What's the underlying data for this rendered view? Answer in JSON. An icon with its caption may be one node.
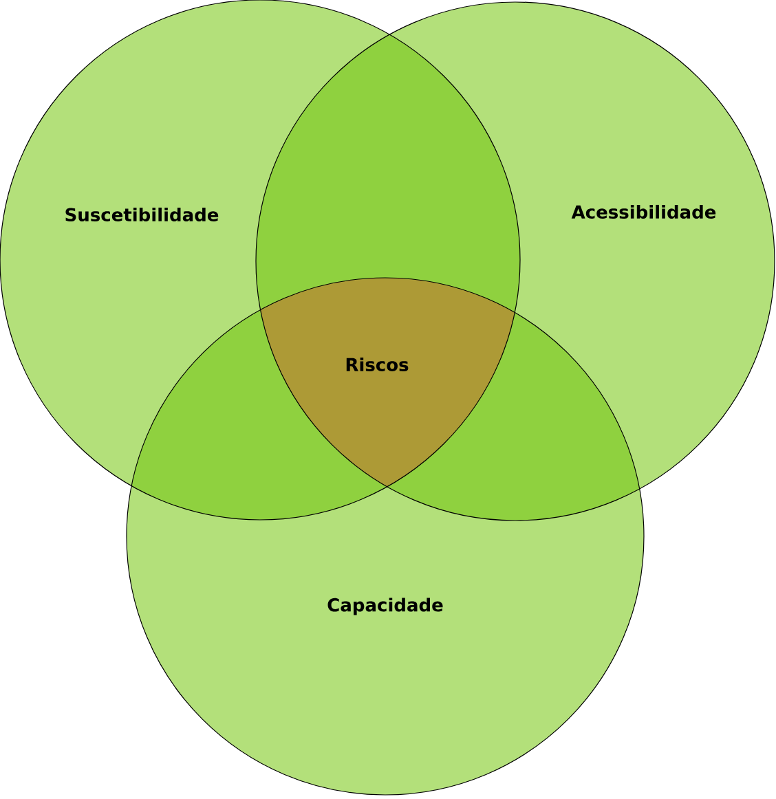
{
  "diagram": {
    "nodes": [
      {
        "text": [
          "Suscetibilidade"
        ]
      },
      {
        "text": [
          "Acessibilidade"
        ]
      },
      {
        "text": [
          "Capacidade"
        ]
      },
      {
        "text": [
          "Riscos"
        ]
      }
    ]
  }
}
